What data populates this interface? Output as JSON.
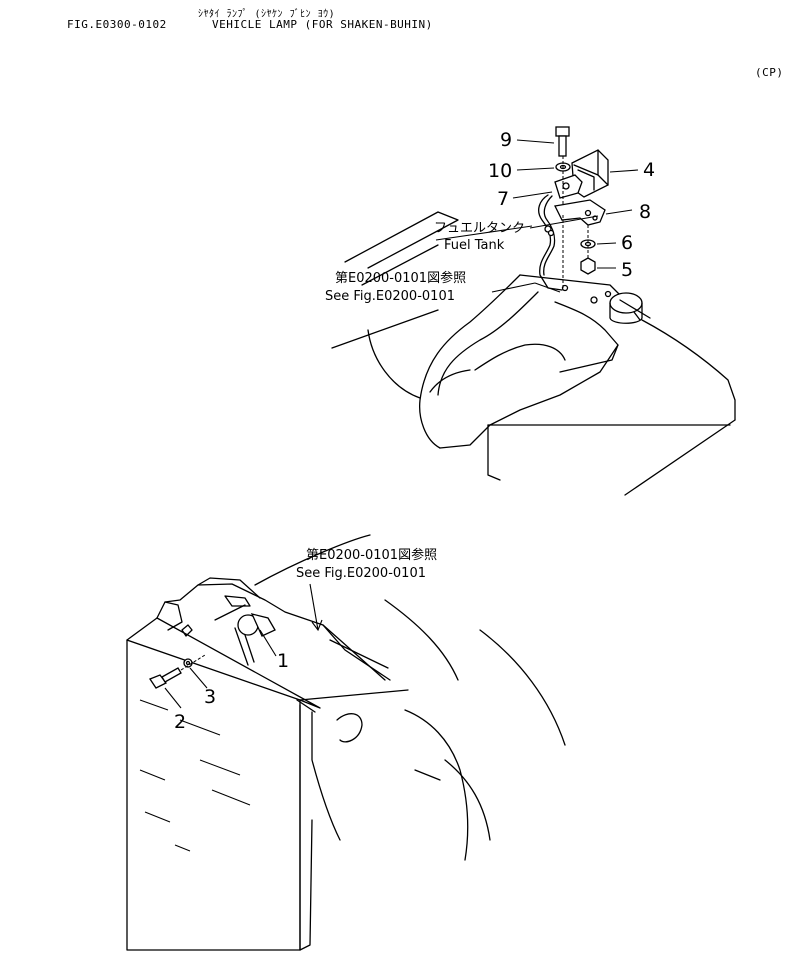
{
  "header": {
    "kana_title": "ｼﾔﾀｲ ﾗﾝﾌﾟ (ｼﾔｹﾝ ﾌﾞﾋﾝ ﾖｳ)",
    "fig_number": "FIG.E0300-0102",
    "fig_title": "VEHICLE LAMP (FOR SHAKEN-BUHIN)",
    "code": "(CP)"
  },
  "callouts": {
    "c1": "1",
    "c2": "2",
    "c3": "3",
    "c4": "4",
    "c5": "5",
    "c6": "6",
    "c7": "7",
    "c8": "8",
    "c9": "9",
    "c10": "10"
  },
  "notes": {
    "fuel_tank_jp": "フュエルタンク",
    "fuel_tank_en": "Fuel Tank",
    "ref_top_jp": "第E0200-0101図参照",
    "ref_top_en": "See Fig.E0200-0101",
    "ref_bottom_jp": "第E0200-0101図参照",
    "ref_bottom_en": "See Fig.E0200-0101"
  }
}
